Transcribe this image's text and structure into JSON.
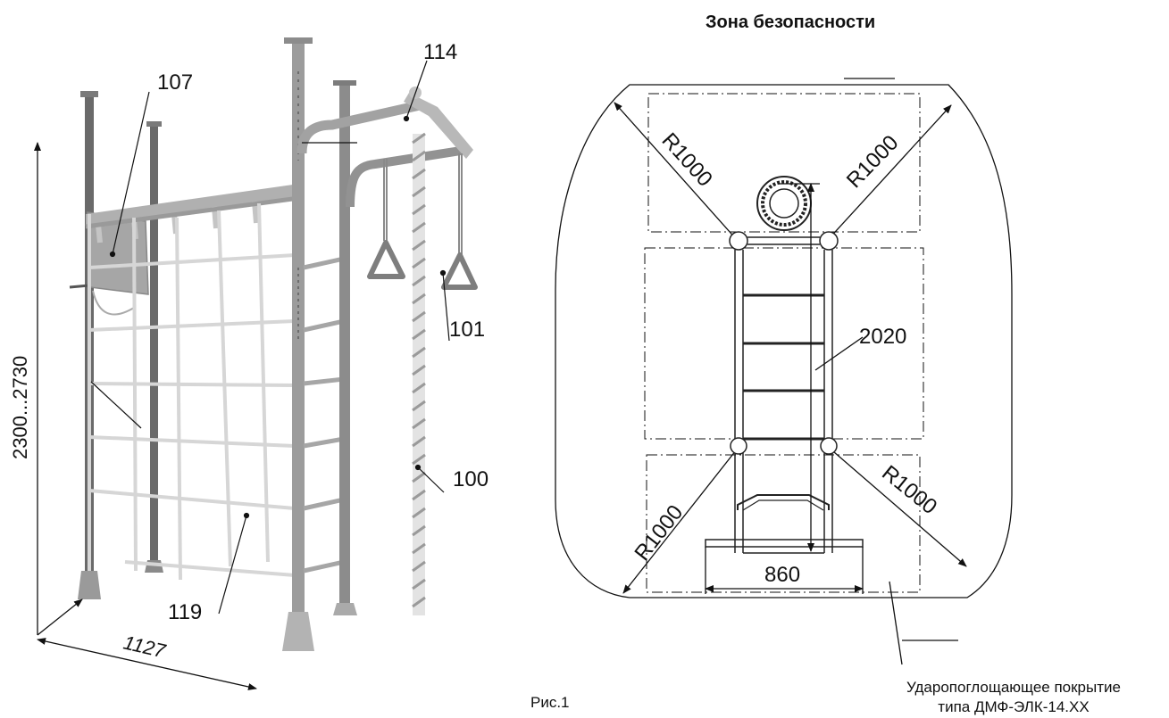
{
  "safety_zone_title": "Зона безопасности",
  "figure_caption": "Рис.1",
  "cover_note": {
    "line1": "Ударопоглощающее покрытие",
    "line2": "типа ДМФ-ЭЛК-14.XX"
  },
  "callouts": {
    "basketball_board": "107",
    "top_bar": "114",
    "gym_rings": "101",
    "rope": "100",
    "climbing_net": "119"
  },
  "dimensions": {
    "height": "2300...2730",
    "depth": "1127",
    "radius_top_left": "R1000",
    "radius_top_right": "R1000",
    "radius_bottom_left": "R1000",
    "radius_bottom_right": "R1000",
    "length": "2020",
    "width": "860"
  },
  "colors": {
    "frame_dark": "#6a6a6a",
    "frame_light": "#b9b9b9",
    "net": "#dcdcdc",
    "line": "#111111"
  }
}
